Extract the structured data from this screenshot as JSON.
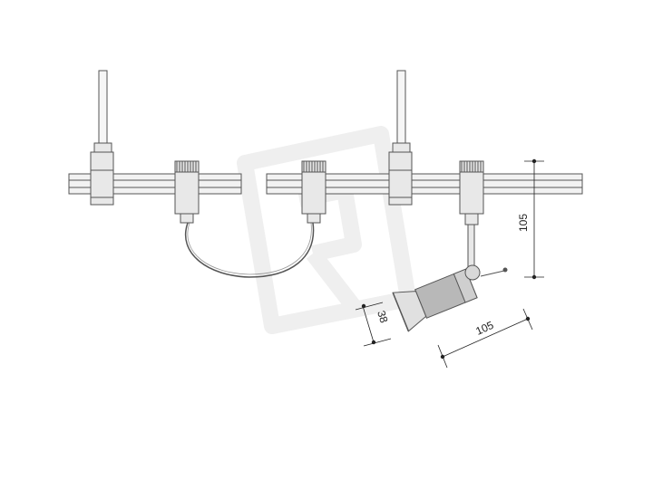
{
  "dimensions": {
    "vertical_height": "105",
    "horizontal_length": "105",
    "diameter": "38"
  },
  "colors": {
    "line": "#555555",
    "body_fill": "#e8e8e8",
    "lamp_fill": "#b8b8b8",
    "watermark": "#eeeeee"
  }
}
